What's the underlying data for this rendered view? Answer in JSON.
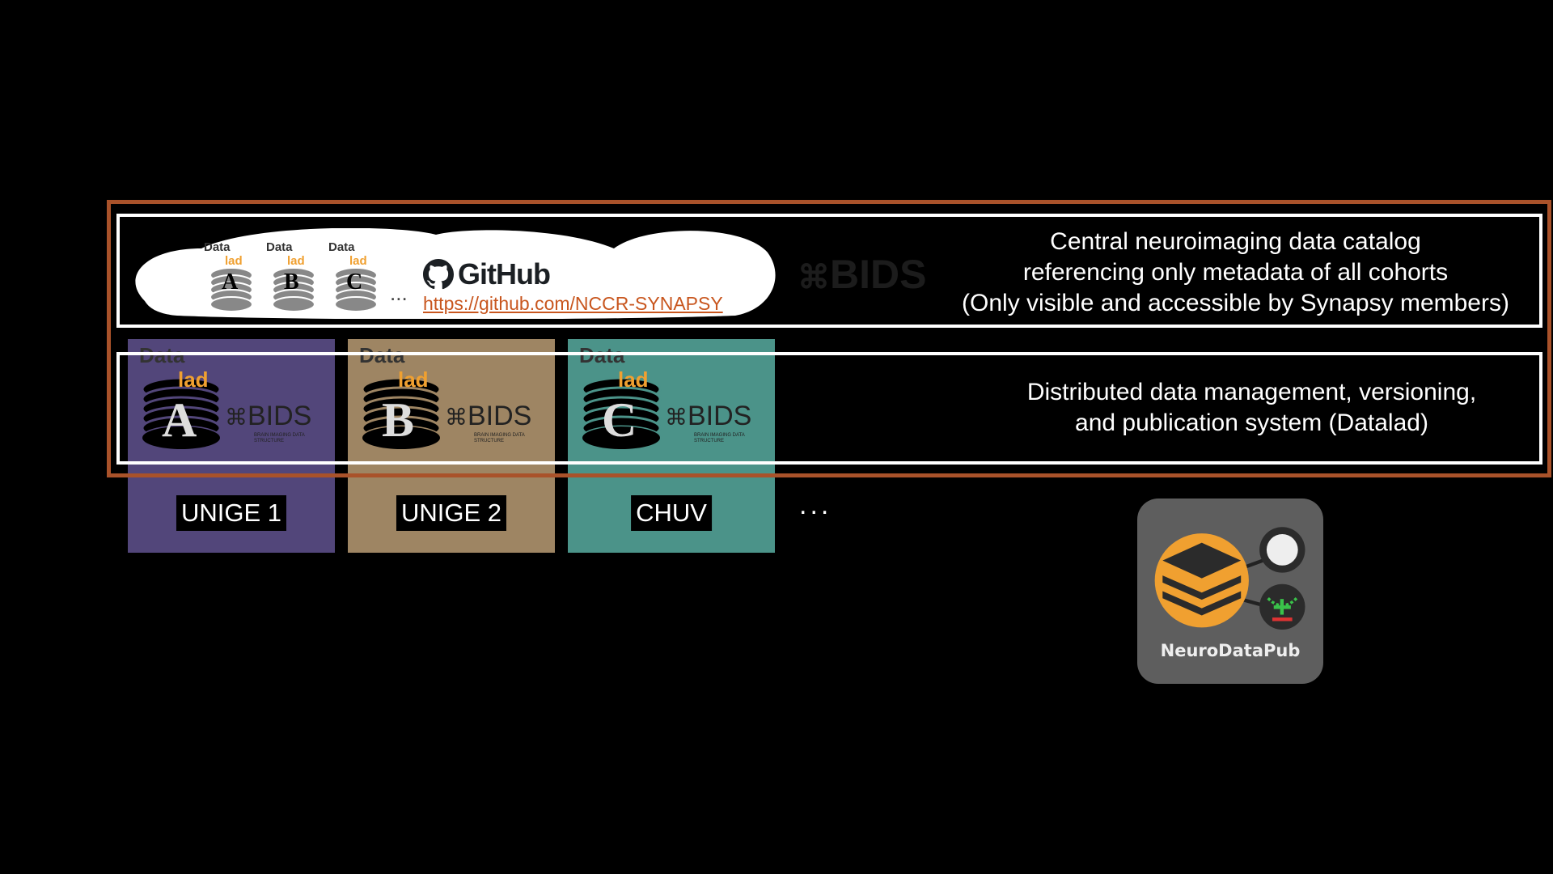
{
  "catalog": {
    "cohorts": [
      "A",
      "B",
      "C"
    ],
    "ellipsis": "...",
    "github_label": "GitHub",
    "github_url": "https://github.com/NCCR-SYNAPSY",
    "bids_label": "BIDS",
    "description": [
      "Central neuroimaging data catalog",
      "referencing only metadata of all cohorts",
      "(Only visible and accessible by Synapsy members)"
    ]
  },
  "distributed": {
    "description": [
      "Distributed data management, versioning,",
      "and publication system (Datalad)"
    ]
  },
  "sites": [
    {
      "name": "UNIGE 1",
      "letter": "A",
      "color": "#52467a"
    },
    {
      "name": "UNIGE 2",
      "letter": "B",
      "color": "#9e8563"
    },
    {
      "name": "CHUV",
      "letter": "C",
      "color": "#4b9389"
    }
  ],
  "sites_ellipsis": "...",
  "datalad": {
    "data": "Data",
    "lad": "lad",
    "accent": "#f0a030"
  },
  "bids_subtitle": "BRAIN IMAGING DATA STRUCTURE",
  "neurodatapub": {
    "label": "NeuroDataPub",
    "accent": "#f0a030"
  },
  "colors": {
    "frame": "#a9522a",
    "link": "#c8561e"
  }
}
